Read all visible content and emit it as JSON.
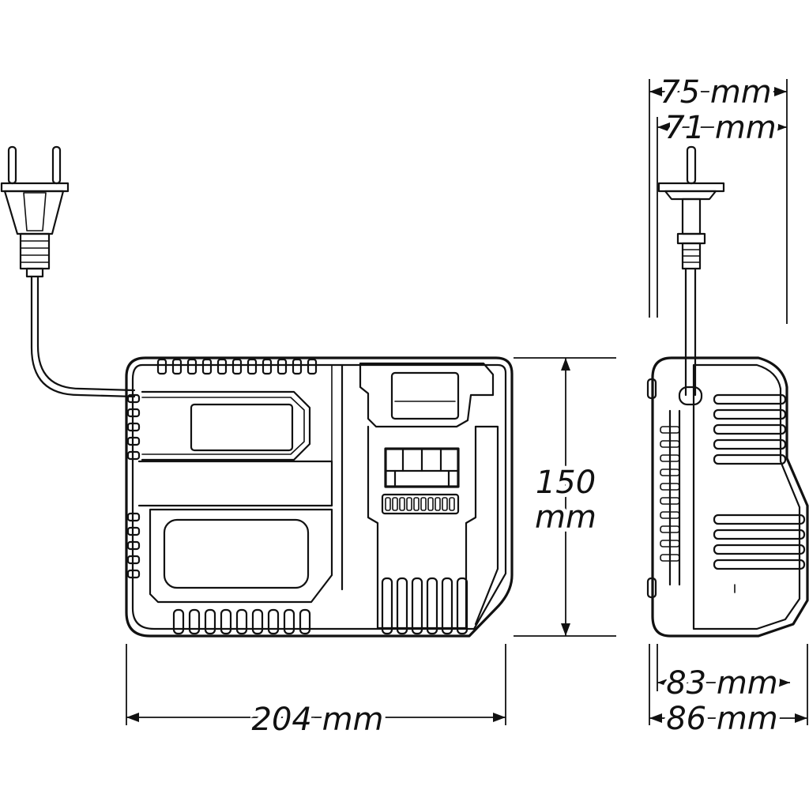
{
  "dimensions": {
    "width": "204 mm",
    "height_value": "150",
    "height_unit": "mm",
    "side_top_outer": "75 mm",
    "side_top_inner": "71 mm",
    "side_bottom_inner": "83 mm",
    "side_bottom_outer": "86 mm"
  },
  "colors": {
    "line": "#111111",
    "background": "#ffffff"
  }
}
